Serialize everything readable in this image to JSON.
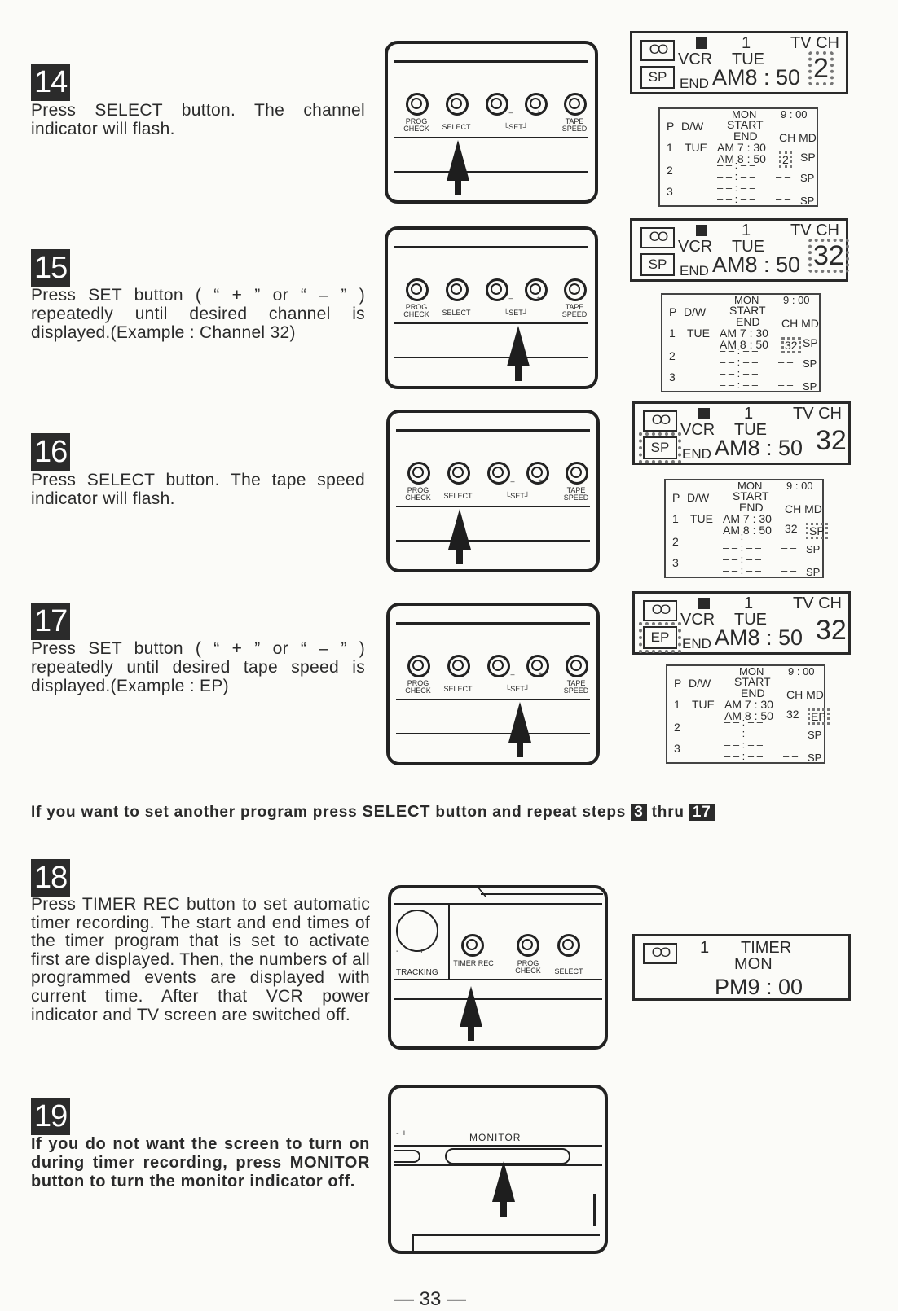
{
  "steps": [
    {
      "num": "14",
      "text": "Press SELECT button. The channel indicator will flash."
    },
    {
      "num": "15",
      "text": "Press SET button ( “ + ” or “ – ” ) repeatedly until desired channel is displayed.(Example : Channel 32)"
    },
    {
      "num": "16",
      "text": "Press SELECT button. The tape speed indicator will flash."
    },
    {
      "num": "17",
      "text": "Press SET button ( “ + ” or “ – ” ) repeatedly until desired tape speed is displayed.(Example : EP)"
    },
    {
      "num": "18",
      "text": "Press TIMER REC button to set automatic timer recording. The start and end times of the timer program that is set to activate first are displayed. Then, the numbers of all programmed events are displayed with current time. After that VCR power indicator and TV screen are switched off."
    },
    {
      "num": "19",
      "text": "If you do not want the screen to turn on during timer recording, press MONITOR button to turn the monitor indicator off."
    }
  ],
  "note": {
    "prefix": "If you want to set another program press",
    "select": "SELECT",
    "middle": "button and repeat steps",
    "from": "3",
    "thru": "thru",
    "to": "17"
  },
  "panel_labels": {
    "prog_check": "PROG CHECK",
    "select": "SELECT",
    "set": "SET",
    "minus": "–",
    "plus": "+",
    "tape_speed": "TAPE SPEED",
    "tracking": "TRACKING",
    "timer_rec": "TIMER REC",
    "monitor": "MONITOR",
    "minus_plus": "- +"
  },
  "displays": [
    {
      "prog": "1",
      "tvch": "TV CH",
      "vcr": "VCR",
      "day": "TUE",
      "end": "END",
      "time": "AM8 : 50",
      "ch": "2",
      "speed": "SP",
      "cass": "OO"
    },
    {
      "prog": "1",
      "tvch": "TV CH",
      "vcr": "VCR",
      "day": "TUE",
      "end": "END",
      "time": "AM8 : 50",
      "ch": "32",
      "speed": "SP",
      "cass": "OO"
    },
    {
      "prog": "1",
      "tvch": "TV CH",
      "vcr": "VCR",
      "day": "TUE",
      "end": "END",
      "time": "AM8 : 50",
      "ch": "32",
      "speed": "SP",
      "cass": "OO"
    },
    {
      "prog": "1",
      "tvch": "TV CH",
      "vcr": "VCR",
      "day": "TUE",
      "end": "END",
      "time": "AM8 : 50",
      "ch": "32",
      "speed": "EP",
      "cass": "OO"
    }
  ],
  "lists": [
    {
      "header_day": "MON",
      "header_time": "9 : 00",
      "p": "P",
      "dw": "D/W",
      "start": "START",
      "end_label": "END",
      "chmd": "CH MD",
      "r1": "1",
      "r1day": "TUE",
      "r1start": "AM 7 : 30",
      "r1end": "AM 8 : 50",
      "r1ch": "2",
      "r1md": "SP",
      "r2": "2",
      "r3": "3",
      "dash": "– – : – –",
      "dashch": "– –",
      "sp": "SP"
    },
    {
      "header_day": "MON",
      "header_time": "9 : 00",
      "p": "P",
      "dw": "D/W",
      "start": "START",
      "end_label": "END",
      "chmd": "CH MD",
      "r1": "1",
      "r1day": "TUE",
      "r1start": "AM 7 : 30",
      "r1end": "AM 8 : 50",
      "r1ch": "32",
      "r1md": "SP",
      "r2": "2",
      "r3": "3",
      "dash": "– – : – –",
      "dashch": "– –",
      "sp": "SP"
    },
    {
      "header_day": "MON",
      "header_time": "9 : 00",
      "p": "P",
      "dw": "D/W",
      "start": "START",
      "end_label": "END",
      "chmd": "CH MD",
      "r1": "1",
      "r1day": "TUE",
      "r1start": "AM 7 : 30",
      "r1end": "AM 8 : 50",
      "r1ch": "32",
      "r1md": "SP",
      "r2": "2",
      "r3": "3",
      "dash": "– – : – –",
      "dashch": "– –",
      "sp": "SP"
    },
    {
      "header_day": "MON",
      "header_time": "9 : 00",
      "p": "P",
      "dw": "D/W",
      "start": "START",
      "end_label": "END",
      "chmd": "CH MD",
      "r1": "1",
      "r1day": "TUE",
      "r1start": "AM 7 : 30",
      "r1end": "AM 8 : 50",
      "r1ch": "32",
      "r1md": "EP",
      "r2": "2",
      "r3": "3",
      "dash": "– – : – –",
      "dashch": "– –",
      "sp": "SP"
    }
  ],
  "timer_display": {
    "cass": "OO",
    "prog": "1",
    "label": "TIMER",
    "day": "MON",
    "time": "PM9 : 00"
  },
  "page_number": "— 33 —"
}
